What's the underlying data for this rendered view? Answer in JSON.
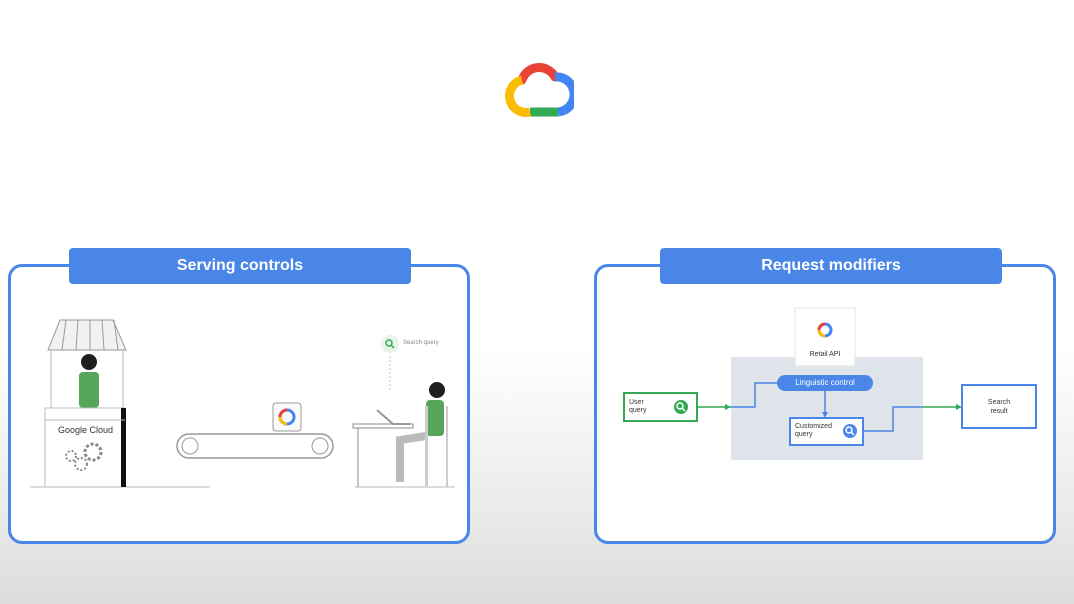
{
  "left_panel": {
    "title": "Serving controls",
    "booth_sign": "Google Cloud",
    "search_hint": "Search query"
  },
  "right_panel": {
    "title": "Request modifiers",
    "api_label": "Retail API",
    "linguistic_label": "Linguistic control",
    "user_query_label": [
      "User",
      "query"
    ],
    "customized_query_label": [
      "Customized",
      "query"
    ],
    "search_result_label": [
      "Search",
      "result"
    ]
  },
  "colors": {
    "accent_blue": "#4a86e8",
    "green": "#34a853",
    "red": "#ea4335",
    "yellow": "#fbbc04"
  }
}
